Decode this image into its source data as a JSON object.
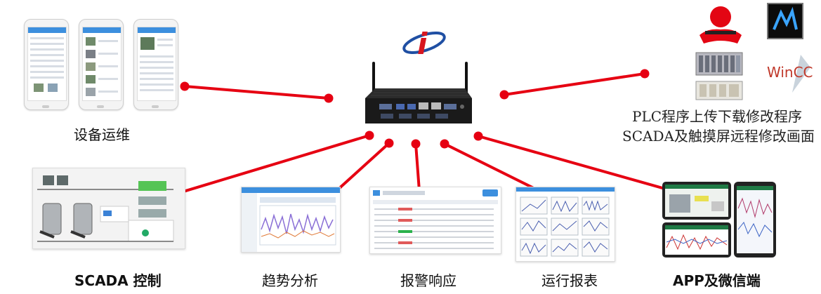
{
  "captions": {
    "device_ops": "设备运维",
    "scada": "SCADA 控制",
    "trend": "趋势分析",
    "alarm": "报警响应",
    "report": "运行报表",
    "app": "APP及微信端"
  },
  "plc": {
    "line1": "PLC程序上传下载修改程序",
    "line2": "SCADA及触摸屏远程修改画面",
    "wincc_logo": "WinCC"
  },
  "colors": {
    "connector": "#e60012",
    "logo_red": "#d8161f",
    "logo_blue": "#1f4fa3"
  },
  "icons": [
    "industrial-gateway-icon",
    "brand-logo-icon",
    "siemens-logo-icon",
    "wincc-logo-icon",
    "plc-rack-icon"
  ]
}
